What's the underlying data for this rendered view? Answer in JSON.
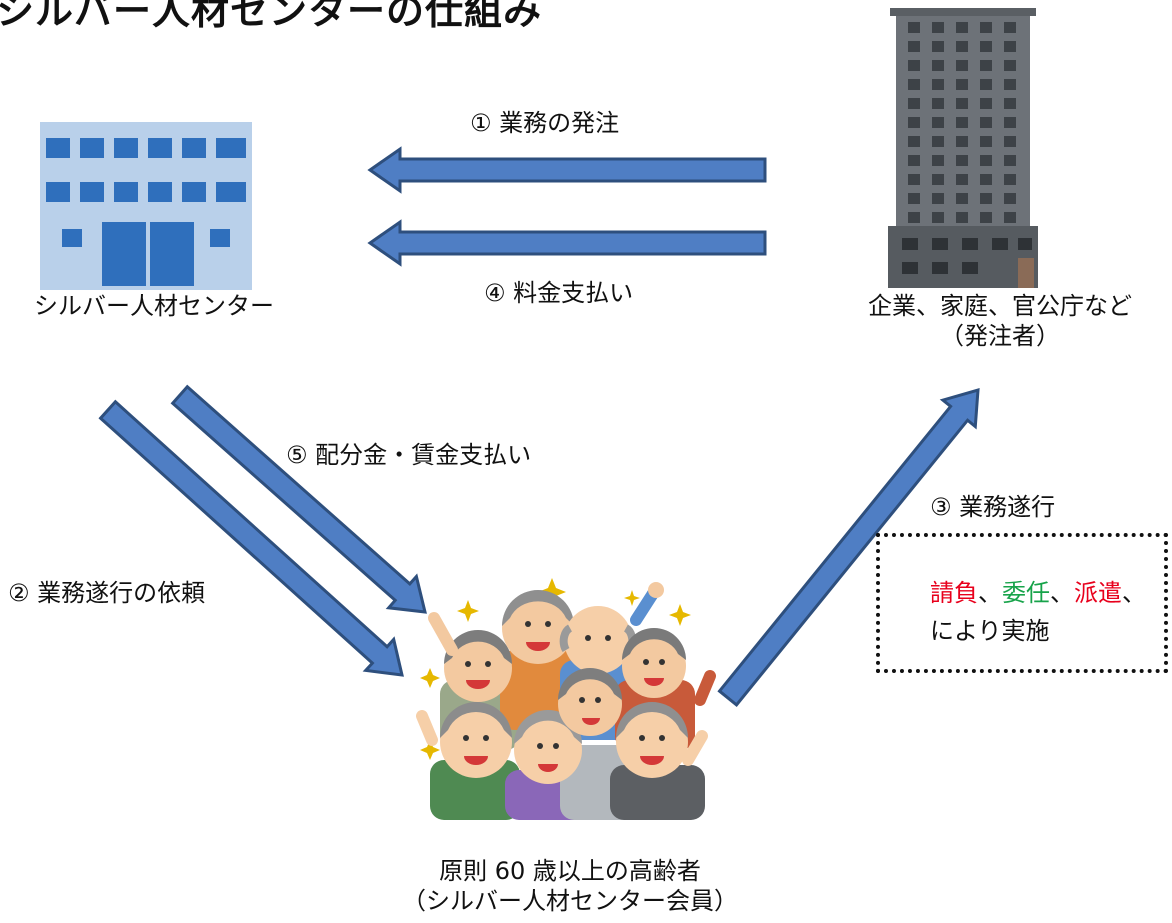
{
  "title": "シルバー人材センターの仕組み",
  "nodes": {
    "center": {
      "label": "シルバー人材センター"
    },
    "client": {
      "label": "企業、家庭、官公庁など",
      "sub": "（発注者）"
    },
    "members": {
      "label": "原則 60 歳以上の高齢者",
      "sub": "（シルバー人材センター会員）"
    }
  },
  "flows": {
    "f1": "① 業務の発注",
    "f2": "② 業務遂行の依頼",
    "f3": "③ 業務遂行",
    "f4": "④ 料金支払い",
    "f5": "⑤ 配分金・賃金支払い"
  },
  "note": {
    "w1": "請負",
    "sep1": "、",
    "w2": "委任",
    "sep2": "、",
    "w3": "派遣",
    "sep3": "、",
    "line2": "により実施"
  },
  "colors": {
    "arrow_fill": "#4f7ec4",
    "arrow_stroke": "#2e4f7d",
    "building_blue": "#2f6fbc",
    "building_bg": "#b9d0ea",
    "tower_gray": "#6d7278",
    "red": "#e8001c",
    "green": "#17a34a"
  }
}
